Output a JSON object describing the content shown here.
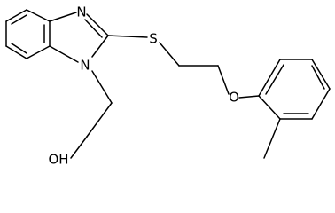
{
  "structure": {
    "atoms": {
      "nitrogen_top": "N",
      "nitrogen_bottom": "N",
      "sulfur": "S",
      "oxygen_ether": "O",
      "hydroxyl": "OH"
    },
    "line_color": "#000000",
    "background": "#ffffff"
  }
}
